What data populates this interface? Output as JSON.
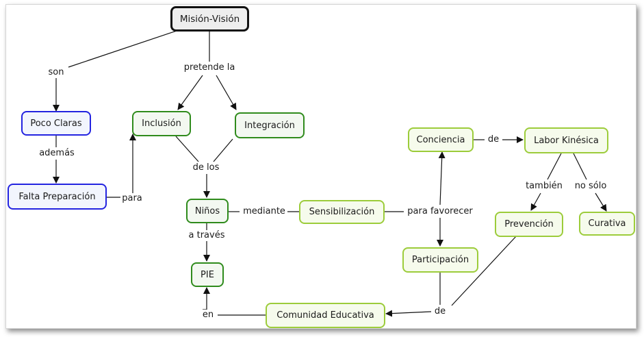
{
  "nodes": {
    "mision_vision": "Misión-Visión",
    "poco_claras": "Poco Claras",
    "falta_preparacion": "Falta Preparación",
    "inclusion": "Inclusión",
    "integracion": "Integración",
    "ninos": "Niños",
    "pie": "PIE",
    "sensibilizacion": "Sensibilización",
    "conciencia": "Conciencia",
    "labor_kinesica": "Labor Kinésica",
    "prevencion": "Prevención",
    "curativa": "Curativa",
    "participacion": "Participación",
    "comunidad_educativa": "Comunidad Educativa"
  },
  "links": {
    "son": "son",
    "pretende_la": "pretende la",
    "ademas": "además",
    "para": "para",
    "de_los": "de los",
    "mediante": "mediante",
    "para_favorecer": "para favorecer",
    "a_traves": "a través",
    "en": "en",
    "de_conciencia": "de",
    "tambien": "también",
    "no_solo": "no sólo",
    "de_participacion": "de"
  },
  "colors": {
    "root_border": "#111111",
    "blue_border": "#2323e0",
    "dark_green_border": "#2f8b1c",
    "light_green_border": "#9ccc3a",
    "edge": "#111111"
  }
}
